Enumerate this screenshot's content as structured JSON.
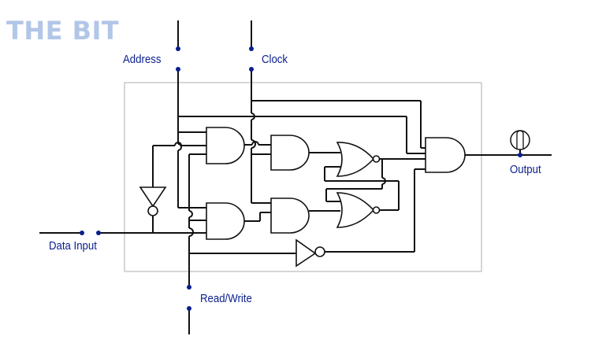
{
  "title": "THE BIT",
  "labels": {
    "address": "Address",
    "clock": "Clock",
    "data_input": "Data Input",
    "output": "Output",
    "read_write": "Read/Write"
  },
  "colors": {
    "title": "#b2c6e8",
    "labels": "#0a1e8c",
    "terminals": "#0a1e8c",
    "enclosure": "#c8c8c8",
    "wires": "#111111"
  },
  "icons": {
    "output": "light-bulb-icon"
  }
}
